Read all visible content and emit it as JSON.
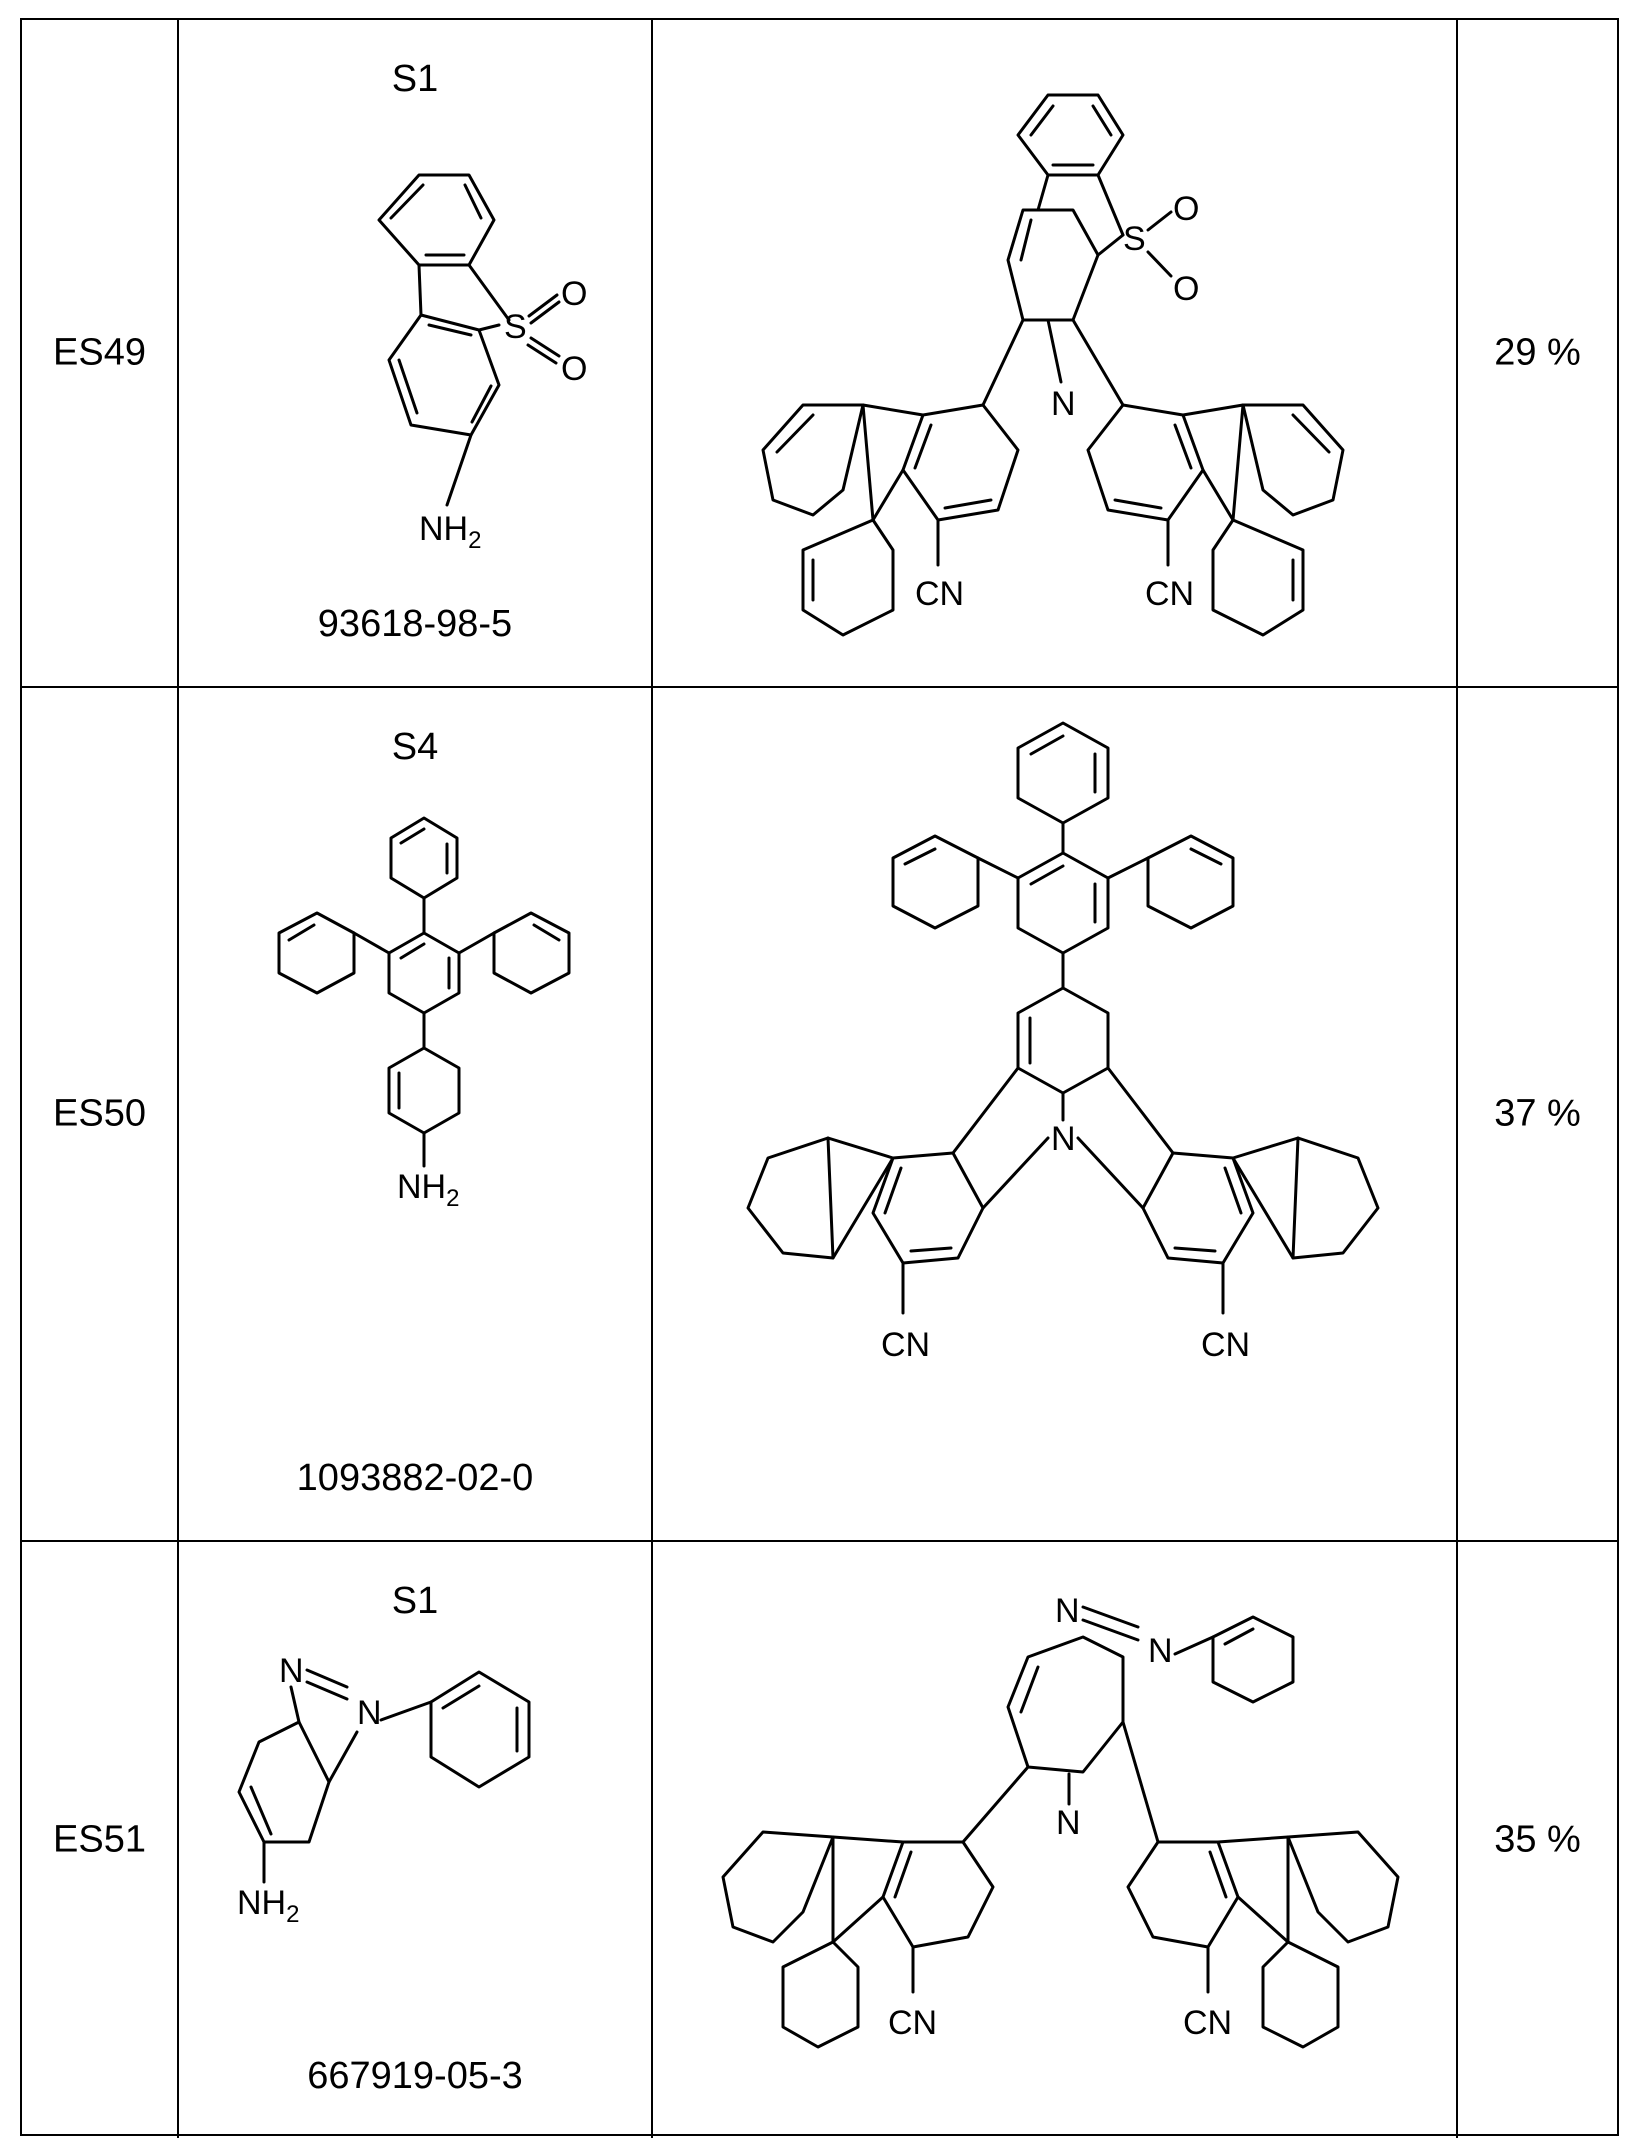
{
  "rows": [
    {
      "id": "ES49",
      "starting_material": "S1",
      "cas": "93618-98-5",
      "yield": "29 %",
      "labels": {
        "sulfonyl": "S",
        "oxo": "O",
        "amine": "NH",
        "amine_sub": "2",
        "nitrogen": "N",
        "cyano": "CN"
      }
    },
    {
      "id": "ES50",
      "starting_material": "S4",
      "cas": "1093882-02-0",
      "yield": "37 %",
      "labels": {
        "amine": "NH",
        "amine_sub": "2",
        "nitrogen": "N",
        "cyano": "CN"
      }
    },
    {
      "id": "ES51",
      "starting_material": "S1",
      "cas": "667919-05-3",
      "yield": "35 %",
      "labels": {
        "amine": "NH",
        "amine_sub": "2",
        "nitrogen": "N",
        "cyano": "CN"
      }
    }
  ]
}
